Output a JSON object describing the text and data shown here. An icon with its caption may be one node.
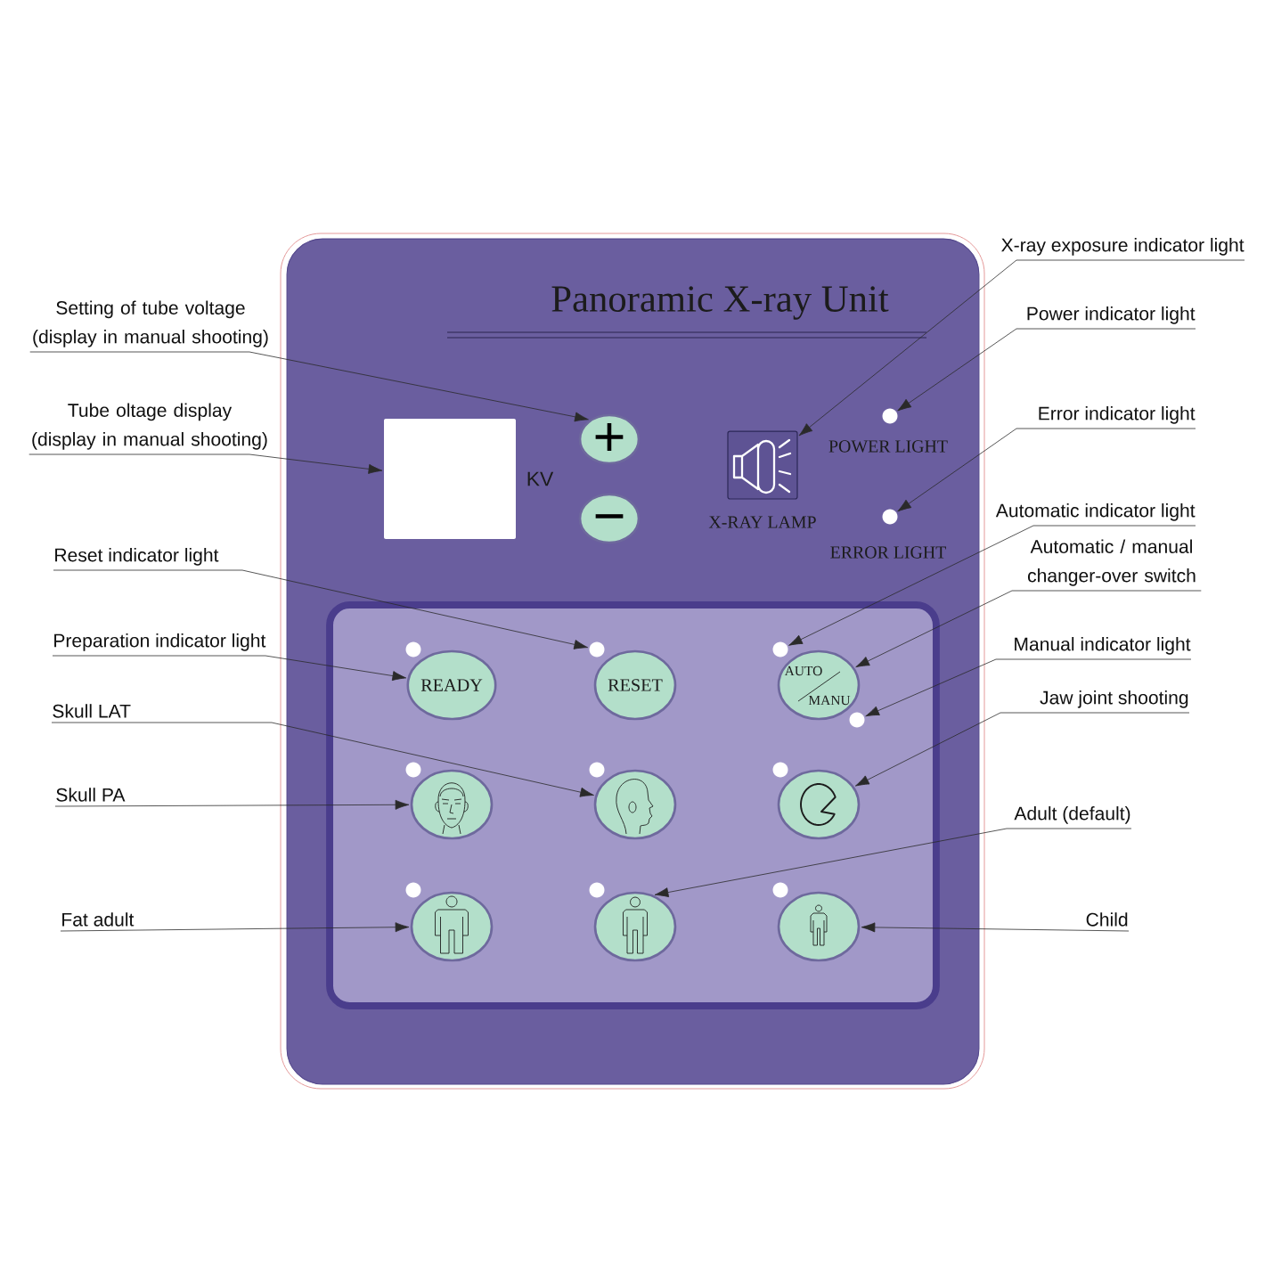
{
  "diagram": {
    "nodes": [
      {
        "text": [
          "Panoramic X-ray Unit"
        ]
      },
      {
        "text": [],
        "shape": "box",
        "in": 0,
        "beside": [
          "KV"
        ]
      },
      {
        "text": [
          "+"
        ],
        "in": 0
      },
      {
        "text": [
          "−"
        ],
        "in": 0
      },
      {
        "text": [],
        "shape": "picture",
        "in": 0,
        "beside": [
          "X-RAY LAMP"
        ]
      },
      {
        "text": [],
        "shape": "circle",
        "in": 0,
        "beside": [
          "POWER LIGHT"
        ]
      },
      {
        "text": [],
        "shape": "circle",
        "in": 0,
        "beside": [
          "ERROR LIGHT"
        ]
      },
      {
        "text": [],
        "shape": "box",
        "in": 0
      },
      {
        "text": [],
        "shape": "circle",
        "in": 7
      },
      {
        "text": [
          "READY"
        ],
        "in": 7
      },
      {
        "text": [],
        "shape": "circle",
        "in": 7
      },
      {
        "text": [
          "RESET"
        ],
        "in": 7
      },
      {
        "text": [],
        "shape": "circle",
        "in": 7
      },
      {
        "text": [
          "AUTO",
          "MANU"
        ],
        "in": 7
      },
      {
        "text": [],
        "shape": "circle",
        "in": 7
      },
      {
        "text": [],
        "shape": "circle",
        "in": 7
      },
      {
        "text": [],
        "shape": "ellipse",
        "in": 7
      },
      {
        "text": [],
        "shape": "circle",
        "in": 7
      },
      {
        "text": [],
        "shape": "ellipse",
        "in": 7
      },
      {
        "text": [],
        "shape": "circle",
        "in": 7
      },
      {
        "text": [],
        "shape": "ellipse",
        "in": 7
      },
      {
        "text": [],
        "shape": "circle",
        "in": 7
      },
      {
        "text": [],
        "shape": "ellipse",
        "in": 7
      },
      {
        "text": [],
        "shape": "circle",
        "in": 7
      },
      {
        "text": [],
        "shape": "ellipse",
        "in": 7
      },
      {
        "text": [],
        "shape": "circle",
        "in": 7
      },
      {
        "text": [],
        "shape": "ellipse",
        "in": 7
      },
      {
        "text": [
          "Setting of tube voltage (display in manual shooting)"
        ]
      },
      {
        "text": [
          "Tube oltage display (display in manual shooting)"
        ]
      },
      {
        "text": [
          "Reset indicator light"
        ]
      },
      {
        "text": [
          "Preparation indicator light"
        ]
      },
      {
        "text": [
          "Skull LAT"
        ]
      },
      {
        "text": [
          "Skull PA"
        ]
      },
      {
        "text": [
          "Fat adult"
        ]
      },
      {
        "text": [
          "X-ray exposure indicator light"
        ]
      },
      {
        "text": [
          "Power indicator light"
        ]
      },
      {
        "text": [
          "Error indicator light"
        ]
      },
      {
        "text": [
          "Automatic indicator light"
        ]
      },
      {
        "text": [
          "Automatic / manual changer-over switch"
        ]
      },
      {
        "text": [
          "Manual indicator light"
        ]
      },
      {
        "text": [
          "Jaw joint shooting"
        ]
      },
      {
        "text": [
          "Adult (default)"
        ]
      },
      {
        "text": [
          "Child"
        ]
      }
    ],
    "edges": [
      {
        "from": 27,
        "to": 2,
        "arrow": "to"
      },
      {
        "from": 28,
        "to": 1,
        "arrow": "to"
      },
      {
        "from": 29,
        "to": 10,
        "arrow": "to"
      },
      {
        "from": 30,
        "to": 9,
        "arrow": "to"
      },
      {
        "from": 31,
        "to": 18,
        "arrow": "to"
      },
      {
        "from": 32,
        "to": 16,
        "arrow": "to"
      },
      {
        "from": 33,
        "to": 22,
        "arrow": "to"
      },
      {
        "from": 34,
        "to": 4,
        "arrow": "to"
      },
      {
        "from": 35,
        "to": 5,
        "arrow": "to"
      },
      {
        "from": 36,
        "to": 6,
        "arrow": "to"
      },
      {
        "from": 37,
        "to": 12,
        "arrow": "to"
      },
      {
        "from": 38,
        "to": 13,
        "arrow": "to"
      },
      {
        "from": 39,
        "to": 14,
        "arrow": "to"
      },
      {
        "from": 40,
        "to": 20,
        "arrow": "to"
      },
      {
        "from": 41,
        "to": 24,
        "arrow": "to"
      },
      {
        "from": 42,
        "to": 26,
        "arrow": "to"
      }
    ]
  }
}
